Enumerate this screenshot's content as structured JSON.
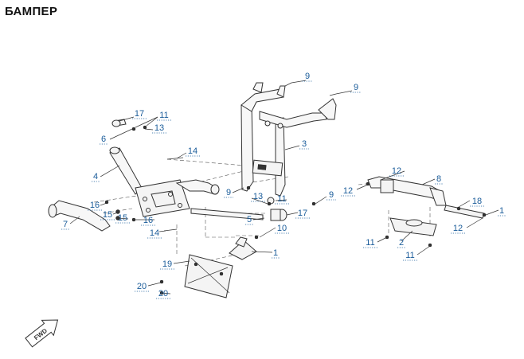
{
  "title": "БАМПЕР",
  "fwd_label": "FWD",
  "callouts": [
    {
      "id": "c9a",
      "label": "9"
    },
    {
      "id": "c9b",
      "label": "9"
    },
    {
      "id": "c17a",
      "label": "17"
    },
    {
      "id": "c11a",
      "label": "11"
    },
    {
      "id": "c13a",
      "label": "13"
    },
    {
      "id": "c6",
      "label": "6"
    },
    {
      "id": "c3",
      "label": "3"
    },
    {
      "id": "c14a",
      "label": "14"
    },
    {
      "id": "c4",
      "label": "4"
    },
    {
      "id": "c9c",
      "label": "9"
    },
    {
      "id": "c13b",
      "label": "13"
    },
    {
      "id": "c11b",
      "label": "11"
    },
    {
      "id": "c9d",
      "label": "9"
    },
    {
      "id": "c16a",
      "label": "16"
    },
    {
      "id": "c15a",
      "label": "15"
    },
    {
      "id": "c15b",
      "label": "15"
    },
    {
      "id": "c16b",
      "label": "16"
    },
    {
      "id": "c7",
      "label": "7"
    },
    {
      "id": "c14b",
      "label": "14"
    },
    {
      "id": "c5",
      "label": "5"
    },
    {
      "id": "c17b",
      "label": "17"
    },
    {
      "id": "c10",
      "label": "10"
    },
    {
      "id": "c1a",
      "label": "1"
    },
    {
      "id": "c19",
      "label": "19"
    },
    {
      "id": "c20a",
      "label": "20"
    },
    {
      "id": "c20b",
      "label": "20"
    },
    {
      "id": "c12a",
      "label": "12"
    },
    {
      "id": "c8",
      "label": "8"
    },
    {
      "id": "c12b",
      "label": "12"
    },
    {
      "id": "c18",
      "label": "18"
    },
    {
      "id": "c1b",
      "label": "1"
    },
    {
      "id": "c12c",
      "label": "12"
    },
    {
      "id": "c11c",
      "label": "11"
    },
    {
      "id": "c2",
      "label": "2"
    },
    {
      "id": "c11d",
      "label": "11"
    }
  ]
}
